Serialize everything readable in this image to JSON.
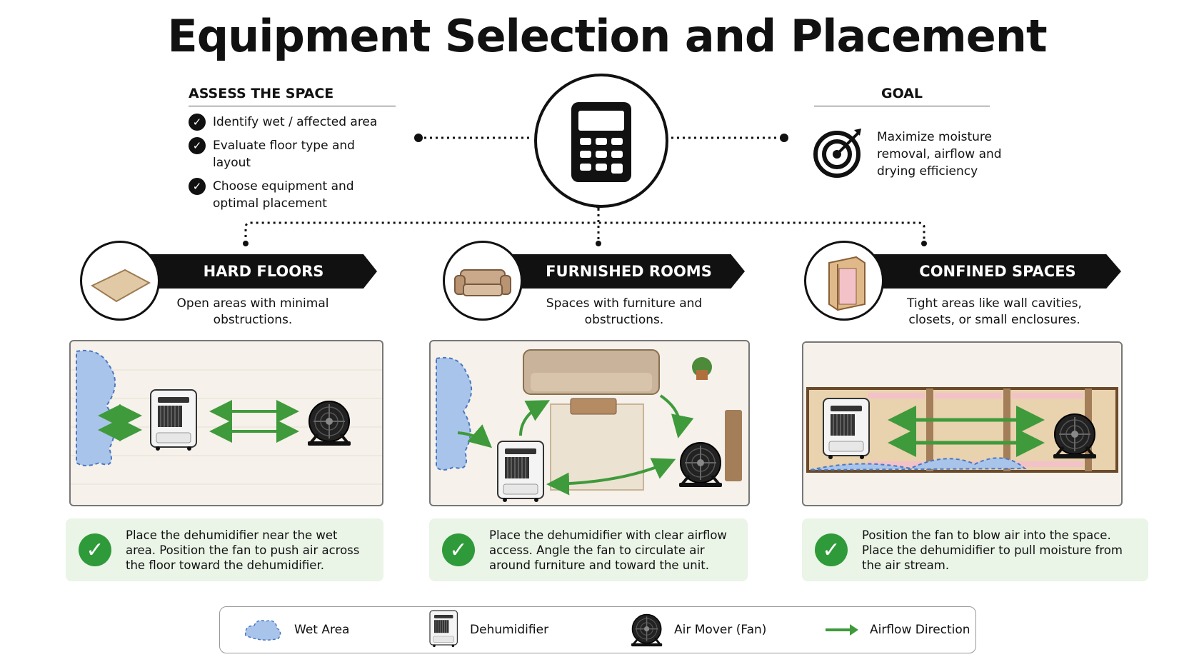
{
  "title": "Equipment Selection and Placement",
  "assess": {
    "heading": "ASSESS THE SPACE",
    "items": [
      "Identify wet / affected area",
      "Evaluate floor type and layout",
      "Choose equipment and optimal placement"
    ]
  },
  "goal": {
    "heading": "GOAL",
    "text": "Maximize moisture removal, airflow and drying efficiency"
  },
  "center_icon": "calculator-icon",
  "scenarios": [
    {
      "title": "HARD FLOORS",
      "desc": "Open areas with minimal obstructions.",
      "tip": "Place the dehumidifier near the wet area. Position the fan to push air across the floor toward the dehumidifier.",
      "icon": "floor-tile-icon"
    },
    {
      "title": "FURNISHED ROOMS",
      "desc": "Spaces with furniture and obstructions.",
      "tip": "Place the dehumidifier with clear airflow access. Angle the fan to circulate air around furniture and toward the unit.",
      "icon": "sofa-icon"
    },
    {
      "title": "CONFINED SPACES",
      "desc": "Tight areas like wall cavities, closets, or small enclosures.",
      "tip": "Position the fan to blow air into the space. Place the dehumidifier to pull moisture from the air stream.",
      "icon": "wall-cavity-icon"
    }
  ],
  "legend": [
    {
      "label": "Wet Area",
      "icon": "wet-area-icon"
    },
    {
      "label": "Dehumidifier",
      "icon": "dehumidifier-icon"
    },
    {
      "label": "Air Mover (Fan)",
      "icon": "fan-icon"
    },
    {
      "label": "Airflow Direction",
      "icon": "arrow-icon"
    }
  ],
  "colors": {
    "airflow": "#3f9a3b",
    "wet": "#a9c4ea",
    "tip_bg": "#eaf4e7",
    "check": "#2f9a3a"
  }
}
